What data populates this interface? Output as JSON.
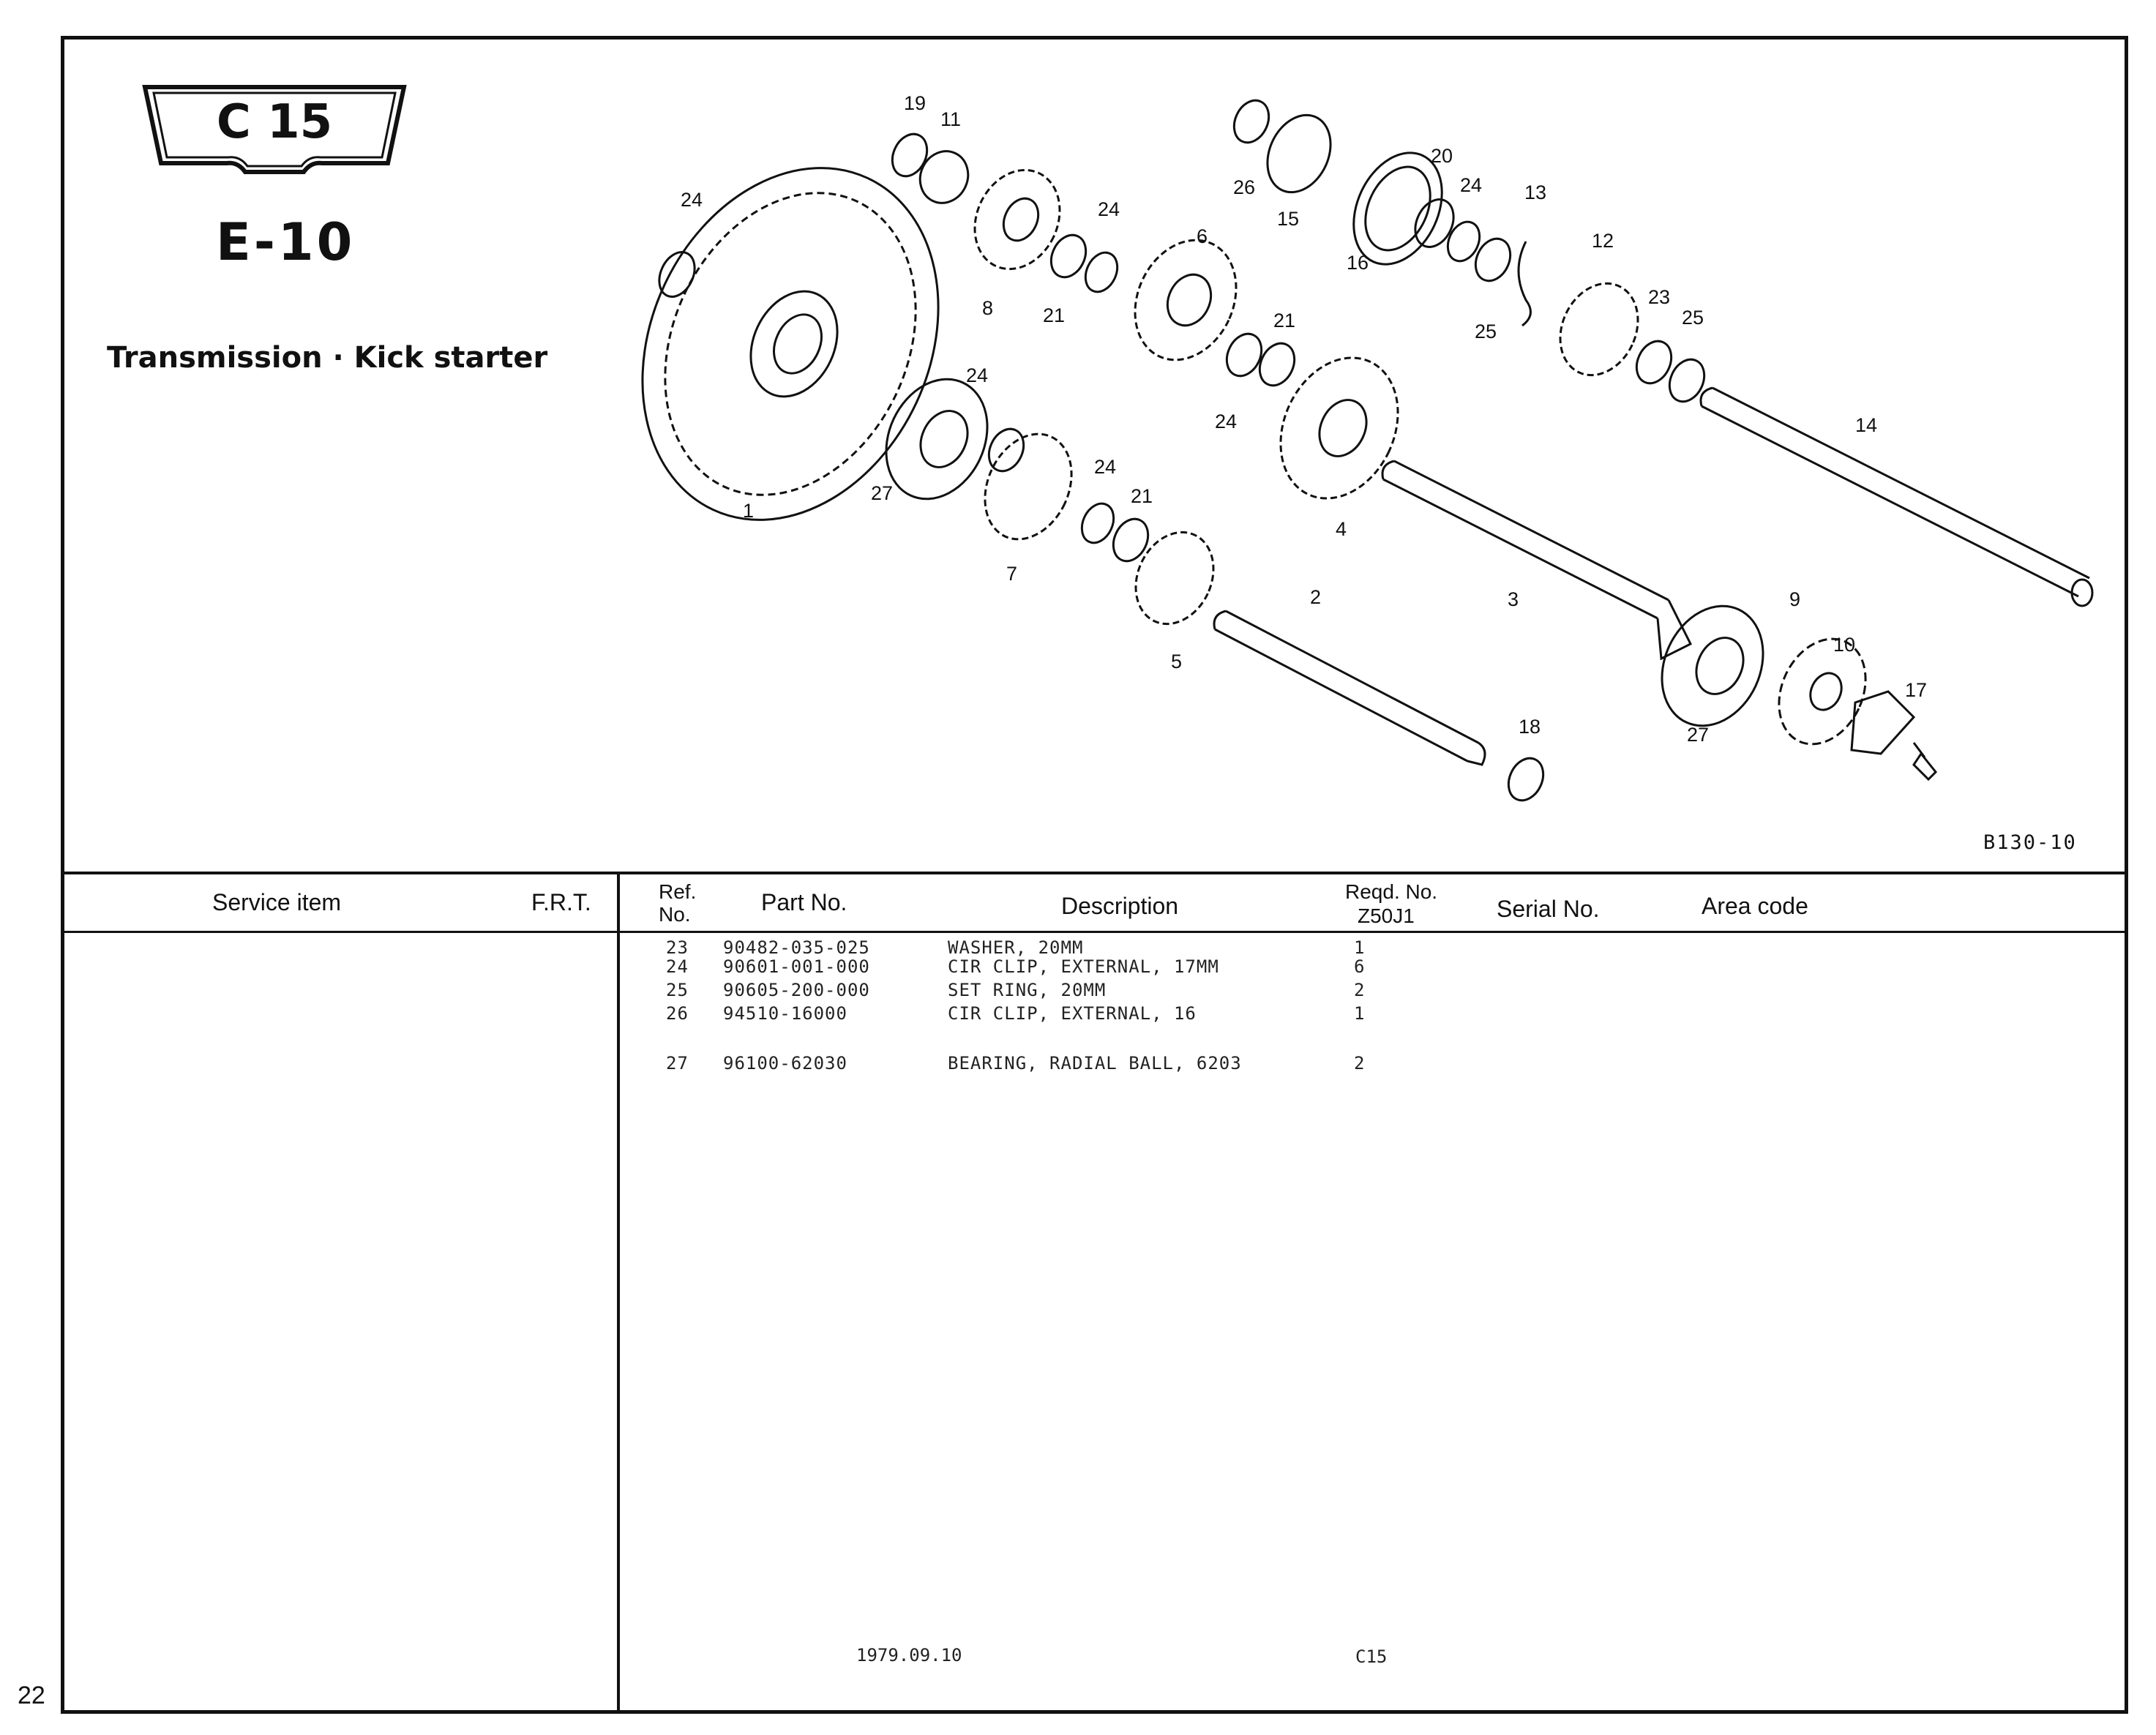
{
  "page_number": "22",
  "model_badge": "C 15",
  "section_code": "E-10",
  "section_title": "Transmission · Kick starter",
  "diagram_code": "B130-10",
  "callouts": [
    "19",
    "11",
    "24",
    "24",
    "6",
    "8",
    "21",
    "21",
    "24",
    "24",
    "27",
    "1",
    "7",
    "24",
    "21",
    "5",
    "4",
    "2",
    "3",
    "26",
    "15",
    "16",
    "20",
    "24",
    "13",
    "12",
    "25",
    "23",
    "25",
    "14",
    "9",
    "10",
    "17",
    "18",
    "27"
  ],
  "table_headers": {
    "service_item": "Service item",
    "frt": "F.R.T.",
    "ref_no_line1": "Ref.",
    "ref_no_line2": "No.",
    "part_no": "Part No.",
    "description": "Description",
    "reqd_line1": "Reqd. No.",
    "reqd_line2": "Z50J1",
    "serial_no": "Serial No.",
    "area_code": "Area code"
  },
  "parts": [
    {
      "ref": "23",
      "part_no": "90482-035-025",
      "description": "WASHER, 20MM",
      "qty": "1"
    },
    {
      "ref": "24",
      "part_no": "90601-001-000",
      "description": "CIR CLIP, EXTERNAL, 17MM",
      "qty": "6"
    },
    {
      "ref": "25",
      "part_no": "90605-200-000",
      "description": "SET RING, 20MM",
      "qty": "2"
    },
    {
      "ref": "26",
      "part_no": "94510-16000",
      "description": "CIR CLIP, EXTERNAL, 16",
      "qty": "1"
    },
    {
      "ref": "27",
      "part_no": "96100-62030",
      "description": "BEARING, RADIAL BALL, 6203",
      "qty": "2"
    }
  ],
  "footer": {
    "date": "1979.09.10",
    "code": "C15"
  }
}
